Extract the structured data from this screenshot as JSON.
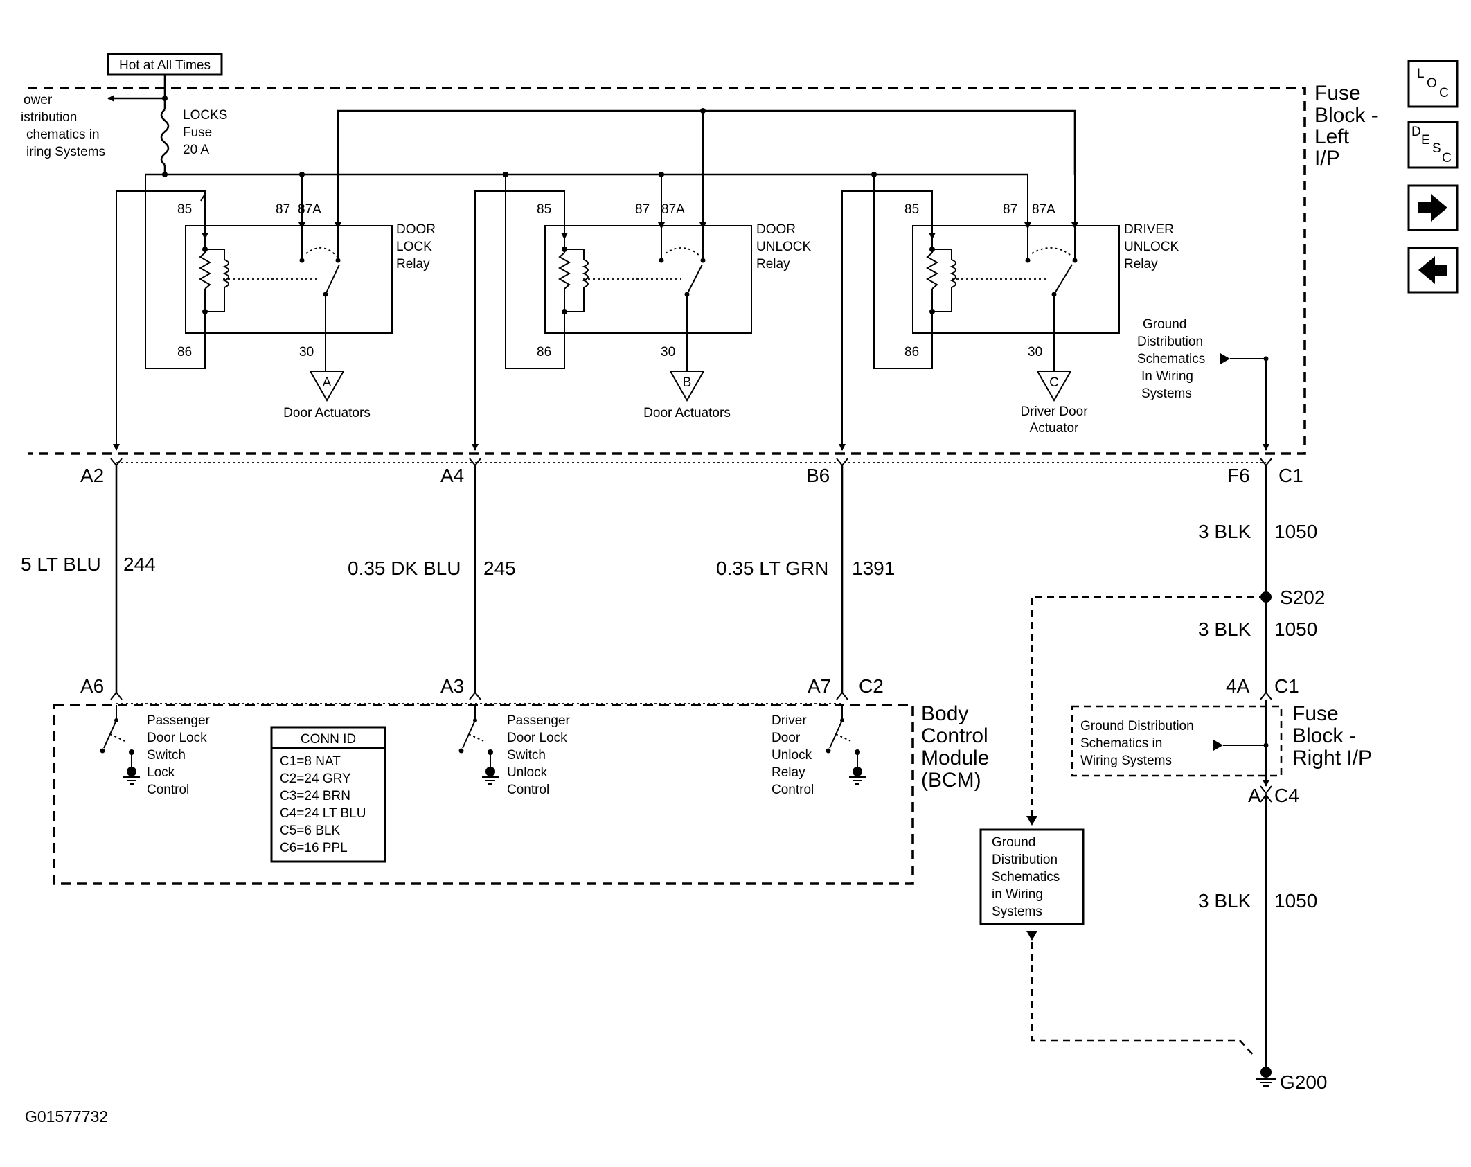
{
  "header": {
    "hot_label": "Hot at All Times",
    "power_dist": [
      "ower",
      "istribution",
      "chematics in",
      "iring Systems"
    ],
    "fuse": [
      "LOCKS",
      "Fuse",
      "20 A"
    ],
    "fuse_block_left": [
      "Fuse",
      "Block -",
      "Left",
      "I/P"
    ]
  },
  "relays": [
    {
      "name": [
        "DOOR",
        "LOCK",
        "Relay"
      ],
      "pins": {
        "p85": "85",
        "p86": "86",
        "p87": "87",
        "p87a": "87A",
        "p30": "30"
      },
      "conn": "A",
      "load": [
        "Door Actuators"
      ]
    },
    {
      "name": [
        "DOOR",
        "UNLOCK",
        "Relay"
      ],
      "pins": {
        "p85": "85",
        "p86": "86",
        "p87": "87",
        "p87a": "87A",
        "p30": "30"
      },
      "conn": "B",
      "load": [
        "Door Actuators"
      ]
    },
    {
      "name": [
        "DRIVER",
        "UNLOCK",
        "Relay"
      ],
      "pins": {
        "p85": "85",
        "p86": "86",
        "p87": "87",
        "p87a": "87A",
        "p30": "30"
      },
      "conn": "C",
      "load": [
        "Driver Door",
        "Actuator"
      ]
    }
  ],
  "ground_ref_top": [
    "Ground",
    "Distribution",
    "Schematics",
    "In Wiring",
    "Systems"
  ],
  "wires": [
    {
      "top_pin": "A2",
      "bottom_pin": "A6",
      "gauge_color": "5 LT BLU",
      "circuit": "244"
    },
    {
      "top_pin": "A4",
      "bottom_pin": "A3",
      "gauge_color": "0.35 DK BLU",
      "circuit": "245"
    },
    {
      "top_pin": "B6",
      "bottom_pin": "A7",
      "bottom_conn": "C2",
      "gauge_color": "0.35 LT GRN",
      "circuit": "1391"
    }
  ],
  "ground_wire": {
    "top_pin": "F6",
    "top_conn": "C1",
    "seg1": {
      "gauge_color": "3 BLK",
      "circuit": "1050"
    },
    "splice": "S202",
    "seg2": {
      "gauge_color": "3 BLK",
      "circuit": "1050"
    },
    "mid_pin": "4A",
    "mid_conn": "C1",
    "lower_pin": "A",
    "lower_conn": "C4",
    "seg3": {
      "gauge_color": "3 BLK",
      "circuit": "1050"
    },
    "ground": "G200"
  },
  "fuse_block_right": [
    "Fuse",
    "Block -",
    "Right I/P"
  ],
  "ground_ref_right": [
    "Ground Distribution",
    "Schematics in",
    "Wiring Systems"
  ],
  "ground_ref_box": [
    "Ground",
    "Distribution",
    "Schematics",
    "in Wiring",
    "Systems"
  ],
  "bcm": {
    "title": [
      "Body",
      "Control",
      "Module",
      "(BCM)"
    ],
    "switches": [
      [
        "Passenger",
        "Door Lock",
        "Switch",
        "Lock",
        "Control"
      ],
      [
        "Passenger",
        "Door Lock",
        "Switch",
        "Unlock",
        "Control"
      ],
      [
        "Driver",
        "Door",
        "Unlock",
        "Relay",
        "Control"
      ]
    ],
    "conn_id": {
      "title": "CONN ID",
      "rows": [
        "C1=8 NAT",
        "C2=24 GRY",
        "C3=24 BRN",
        "C4=24 LT BLU",
        "C5=6 BLK",
        "C6=16 PPL"
      ]
    }
  },
  "figure_id": "G01577732",
  "nav": {
    "loc": [
      "L",
      "O",
      "C"
    ],
    "desc": [
      "D",
      "E",
      "S",
      "C"
    ]
  }
}
